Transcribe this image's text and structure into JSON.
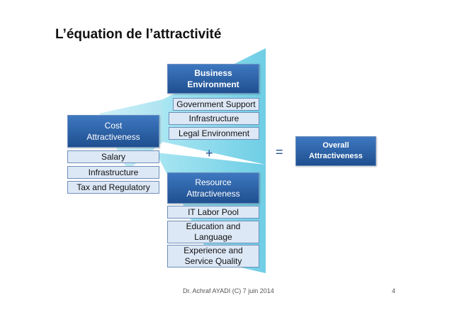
{
  "title": "L’équation de l’attractivité",
  "business": {
    "header": "Business Environment",
    "items": [
      "Government Support",
      "Infrastructure",
      "Legal Environment"
    ]
  },
  "cost": {
    "header": "Cost\nAttractiveness",
    "items": [
      "Salary",
      "Infrastructure",
      "Tax and Regulatory"
    ]
  },
  "resource": {
    "header": "Resource\nAttractiveness",
    "items": [
      "IT Labor Pool",
      "Education and\nLanguage",
      "Experience and\nService Quality"
    ]
  },
  "operators": {
    "plus": "+",
    "equals": "="
  },
  "overall": {
    "label": "Overall\nAttractiveness"
  },
  "footer": {
    "author": "Dr. Achraf AYADI (C) 7 juin 2014",
    "page": "4"
  },
  "colors": {
    "header": "#2b5fa3",
    "item": "#dde8f6",
    "wedge": "#7fd6ea"
  }
}
